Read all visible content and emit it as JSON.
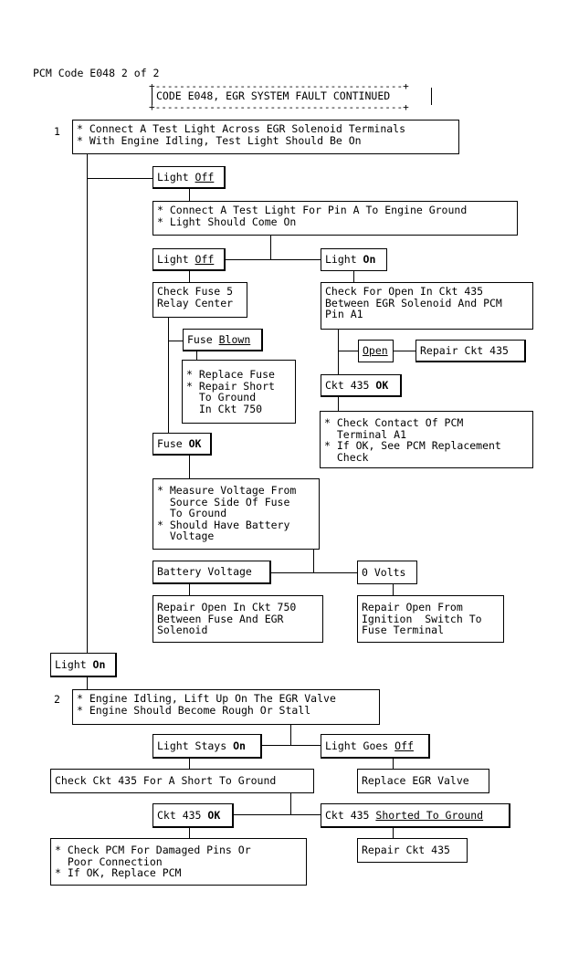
{
  "page_title": "PCM Code E048 2 of 2",
  "header_banner": "CODE E048, EGR SYSTEM FAULT CONTINUED",
  "steps": {
    "step1_number": "1",
    "step1_line1": "* Connect A Test Light Across EGR Solenoid Terminals",
    "step1_line2": "* With Engine Idling, Test Light Should Be On",
    "step2_number": "2",
    "step2_line1": "* Engine Idling, Lift Up On The EGR Valve",
    "step2_line2": "* Engine Should Become Rough Or Stall"
  },
  "nodes": {
    "light_off_1_a": "Light ",
    "light_off_1_b": "Off",
    "pin_a_line1": "* Connect A Test Light For Pin A To Engine Ground",
    "pin_a_line2": "* Light Should Come On",
    "light_off_2_a": "Light ",
    "light_off_2_b": "Off",
    "light_on_2_a": "Light ",
    "light_on_2_b": "On",
    "check_fuse_line1": "Check Fuse 5",
    "check_fuse_line2": "Relay Center",
    "check_open_line1": "Check For Open In Ckt 435",
    "check_open_line2": "Between EGR Solenoid And PCM",
    "check_open_line3": "Pin A1",
    "fuse_blown_a": "Fuse ",
    "fuse_blown_b": "Blown",
    "open_label": "Open",
    "repair_ckt_435_a": "Repair Ckt 435",
    "replace_fuse_line1": "* Replace Fuse",
    "replace_fuse_line2": "* Repair Short",
    "replace_fuse_line3": "  To Ground",
    "replace_fuse_line4": "  In Ckt 750",
    "ckt435_ok_a": "Ckt 435 ",
    "ckt435_ok_b": "OK",
    "check_contact_line1": "* Check Contact Of PCM",
    "check_contact_line2": "  Terminal A1",
    "check_contact_line3": "* If OK, See PCM Replacement",
    "check_contact_line4": "  Check",
    "fuse_ok_a": "Fuse ",
    "fuse_ok_b": "OK",
    "measure_line1": "* Measure Voltage From",
    "measure_line2": "  Source Side Of Fuse",
    "measure_line3": "  To Ground",
    "measure_line4": "* Should Have Battery",
    "measure_line5": "  Voltage",
    "battery_voltage": "Battery Voltage",
    "zero_volts": "0 Volts",
    "repair_750_line1": "Repair Open In Ckt 750",
    "repair_750_line2": "Between Fuse And EGR",
    "repair_750_line3": "Solenoid",
    "repair_ign_line1": "Repair Open From",
    "repair_ign_line2": "Ignition  Switch To",
    "repair_ign_line3": "Fuse Terminal",
    "light_on_main_a": "Light ",
    "light_on_main_b": "On",
    "light_stays_a": "Light Stays ",
    "light_stays_b": "On",
    "light_goes_a": "Light Goes ",
    "light_goes_b": "Off",
    "check_short": "Check Ckt 435 For A Short To Ground",
    "replace_egr": "Replace EGR Valve",
    "ckt435_ok2_a": "Ckt 435 ",
    "ckt435_ok2_b": "OK",
    "ckt435_shorted_a": "Ckt 435 ",
    "ckt435_shorted_b": "Shorted To Ground",
    "check_pcm_line1": "* Check PCM For Damaged Pins Or",
    "check_pcm_line2": "  Poor Connection",
    "check_pcm_line3": "* If OK, Replace PCM",
    "repair_ckt_435_b": "Repair Ckt 435"
  }
}
